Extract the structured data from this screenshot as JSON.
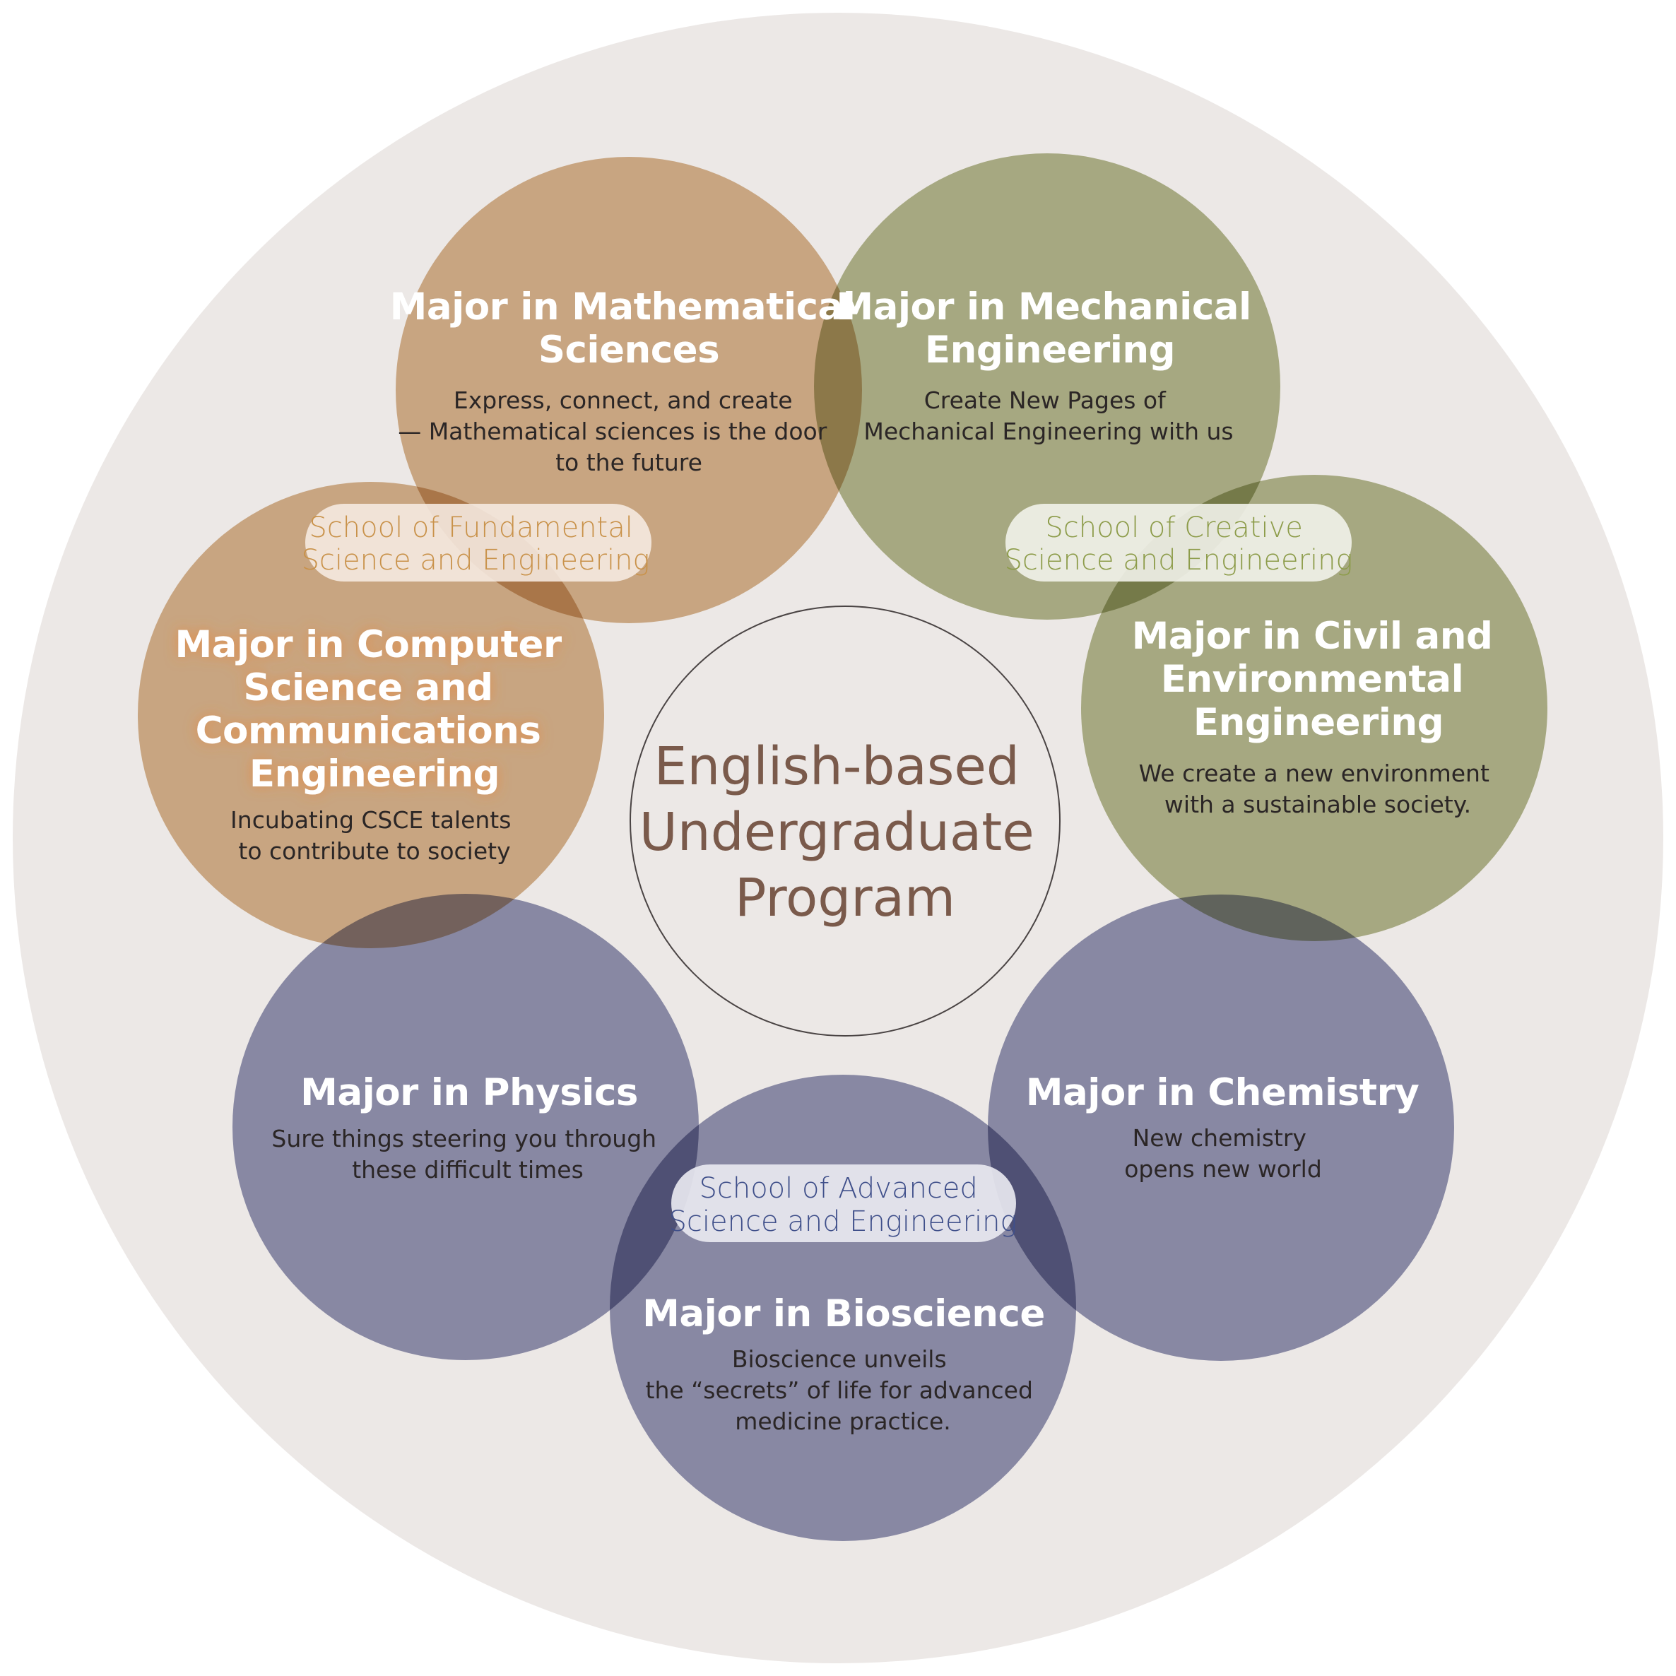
{
  "colors": {
    "background_disc": "#ece8e6",
    "fundamental": "#d8b68f",
    "creative": "#b3b98f",
    "advanced": "#9396b5",
    "center_text": "#7a5a4b",
    "fundamental_text": "#c9924a",
    "creative_text": "#8d9c4a",
    "advanced_text": "#3f4f8a"
  },
  "center": {
    "lines": [
      "English-based",
      "Undergraduate",
      "Program"
    ]
  },
  "schools": [
    {
      "id": "fundamental",
      "lines": [
        "School of Fundamental",
        "Science and Engineering"
      ]
    },
    {
      "id": "creative",
      "lines": [
        "School of Creative",
        "Science and Engineering"
      ]
    },
    {
      "id": "advanced",
      "lines": [
        "School of Advanced",
        "Science and Engineering"
      ]
    }
  ],
  "majors": [
    {
      "id": "mathematical-sciences",
      "school": "fundamental",
      "title": [
        "Major in Mathematical",
        "Sciences"
      ],
      "description": [
        "Express, connect, and create",
        "— Mathematical sciences is the door",
        "to the future"
      ]
    },
    {
      "id": "mechanical-engineering",
      "school": "creative",
      "title": [
        "Major in Mechanical",
        "Engineering"
      ],
      "description": [
        "Create New Pages of",
        "Mechanical Engineering with us"
      ]
    },
    {
      "id": "civil-environmental-engineering",
      "school": "creative",
      "title": [
        "Major in Civil and",
        "Environmental",
        "Engineering"
      ],
      "description": [
        "We create a new environment",
        "with a sustainable society."
      ]
    },
    {
      "id": "chemistry",
      "school": "advanced",
      "title": [
        "Major in Chemistry"
      ],
      "description": [
        "New chemistry",
        "opens new world"
      ]
    },
    {
      "id": "bioscience",
      "school": "advanced",
      "title": [
        "Major in Bioscience"
      ],
      "description": [
        "Bioscience unveils",
        "the “secrets” of life for advanced",
        "medicine practice."
      ]
    },
    {
      "id": "physics",
      "school": "advanced",
      "title": [
        "Major in Physics"
      ],
      "description": [
        "Sure things steering you through",
        "these difficult times"
      ]
    },
    {
      "id": "computer-science-communications-engineering",
      "school": "fundamental",
      "title": [
        "Major in Computer",
        "Science and",
        "Communications",
        "Engineering"
      ],
      "description": [
        "Incubating CSCE talents",
        "to contribute to society"
      ]
    }
  ]
}
